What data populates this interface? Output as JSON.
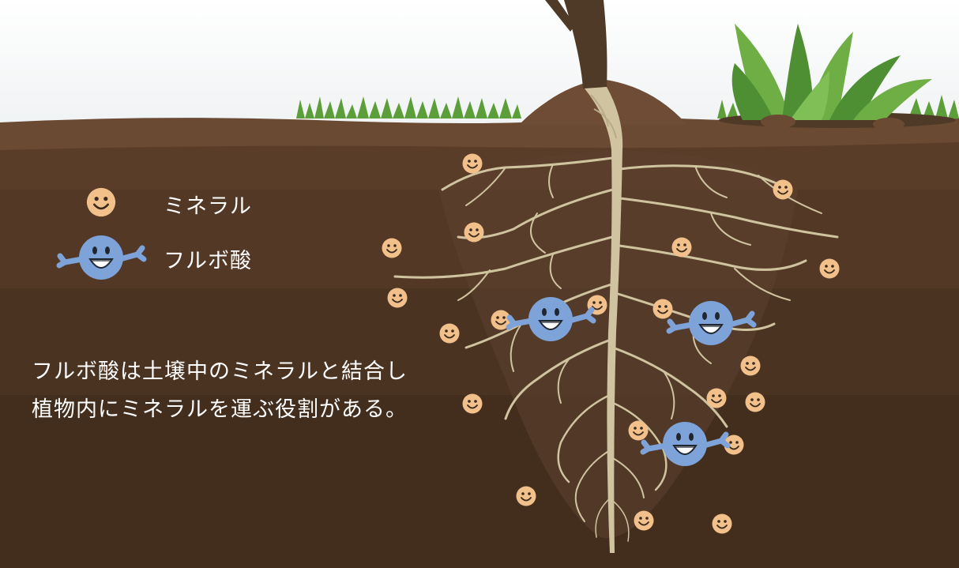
{
  "legend": {
    "mineral_label": "ミネラル",
    "fulvic_label": "フルボ酸"
  },
  "caption": {
    "line1": "フルボ酸は土壌中のミネラルと結合し",
    "line2": "植物内にミネラルを運ぶ役割がある。"
  },
  "icons": {
    "mineral": "smiling-mineral-icon",
    "fulvic_acid": "blue-fulvic-acid-character-icon"
  },
  "colors": {
    "sky": "#f4f6f7",
    "soil_top": "#6b4a33",
    "soil_bottom": "#3f2b1c",
    "grass": "#5c9e3a",
    "root": "#cfc3a0",
    "mineral": "#f2c08a",
    "fulvic_acid": "#7da3d9"
  }
}
